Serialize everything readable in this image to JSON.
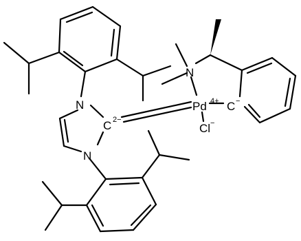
{
  "molecule": {
    "atoms": {
      "n_top": "N",
      "n_bottom": "N",
      "carbene_c": "C",
      "carbene_charge": "2−",
      "n_amine": "N",
      "pd": "Pd",
      "pd_charge": "4+",
      "aryl_c": "C",
      "aryl_charge": "−",
      "cl": "Cl",
      "cl_charge": "−"
    }
  }
}
